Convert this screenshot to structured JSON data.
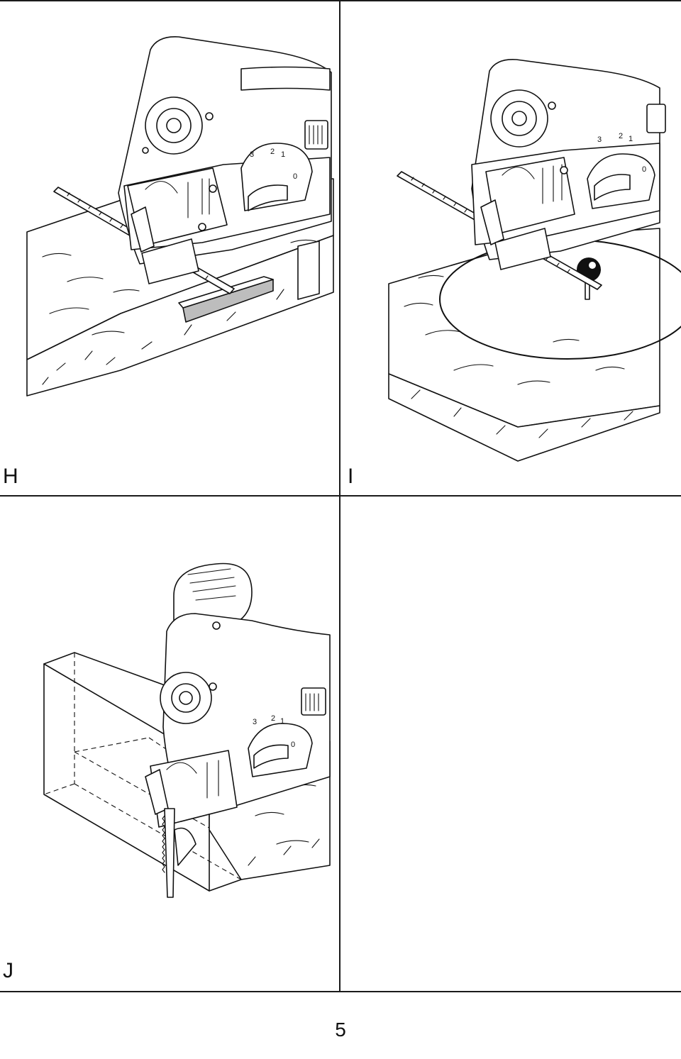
{
  "figures": {
    "h": {
      "label": "H"
    },
    "i": {
      "label": "I"
    },
    "j": {
      "label": "J"
    }
  },
  "saw": {
    "speed_dial_marks": [
      "3",
      "2",
      "1",
      "0"
    ]
  },
  "page": {
    "number": "5"
  }
}
